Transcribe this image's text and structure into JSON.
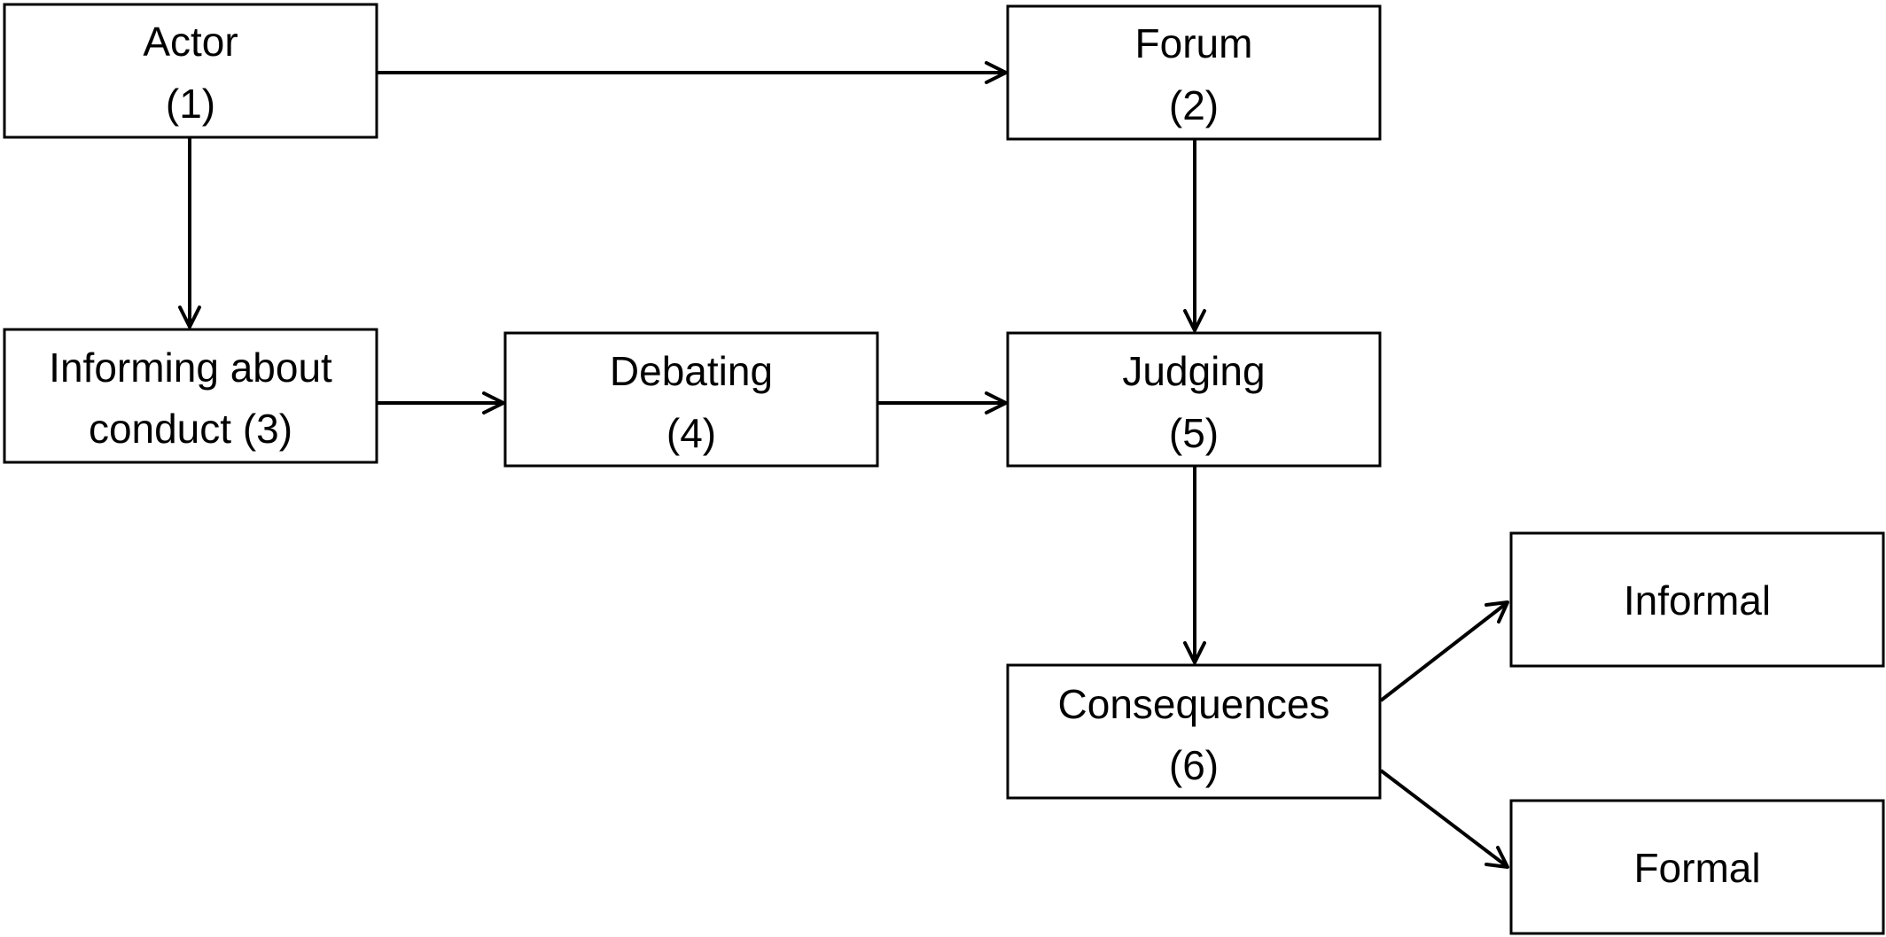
{
  "diagram": {
    "nodes": {
      "actor": {
        "lines": [
          "Actor",
          "(1)"
        ]
      },
      "forum": {
        "lines": [
          "Forum",
          "(2)"
        ]
      },
      "informing": {
        "lines": [
          "Informing about",
          "conduct (3)"
        ]
      },
      "debating": {
        "lines": [
          "Debating",
          "(4)"
        ]
      },
      "judging": {
        "lines": [
          "Judging",
          "(5)"
        ]
      },
      "consequences": {
        "lines": [
          "Consequences",
          "(6)"
        ]
      },
      "informal": {
        "lines": [
          "Informal"
        ]
      },
      "formal": {
        "lines": [
          "Formal"
        ]
      }
    },
    "edges": [
      {
        "from": "actor",
        "to": "forum"
      },
      {
        "from": "actor",
        "to": "informing"
      },
      {
        "from": "forum",
        "to": "judging"
      },
      {
        "from": "informing",
        "to": "debating"
      },
      {
        "from": "debating",
        "to": "judging"
      },
      {
        "from": "judging",
        "to": "consequences"
      },
      {
        "from": "consequences",
        "to": "informal"
      },
      {
        "from": "consequences",
        "to": "formal"
      }
    ]
  }
}
